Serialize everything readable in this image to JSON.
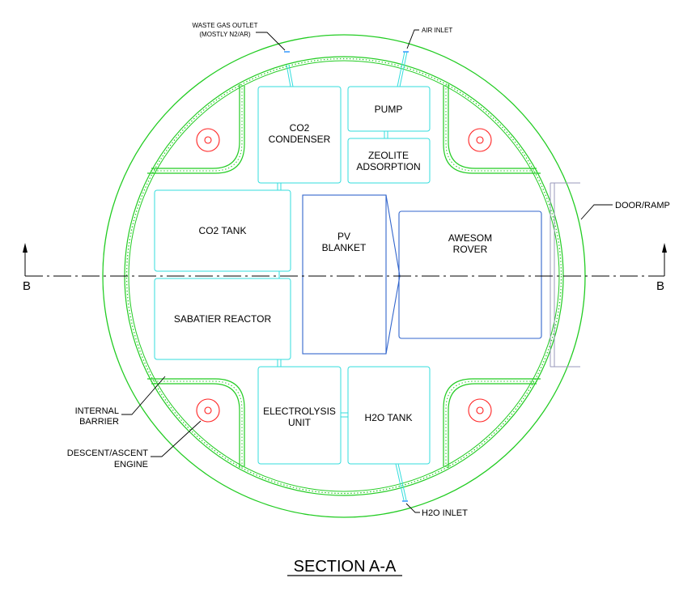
{
  "callouts": {
    "waste_gas_line1": "WASTE GAS OUTLET",
    "waste_gas_line2": "(MOSTLY N2/AR)",
    "air_inlet": "AIR INLET",
    "door_ramp": "DOOR/RAMP",
    "internal_barrier_line1": "INTERNAL",
    "internal_barrier_line2": "BARRIER",
    "engine_line1": "DESCENT/ASCENT",
    "engine_line2": "ENGINE",
    "h2o_inlet": "H2O INLET"
  },
  "components": {
    "co2_condenser_line1": "CO2",
    "co2_condenser_line2": "CONDENSER",
    "pump": "PUMP",
    "zeolite_line1": "ZEOLITE",
    "zeolite_line2": "ADSORPTION",
    "co2_tank": "CO2 TANK",
    "pv_line1": "PV",
    "pv_line2": "BLANKET",
    "rover_line1": "AWESOM",
    "rover_line2": "ROVER",
    "sabatier": "SABATIER REACTOR",
    "electrolysis_line1": "ELECTROLYSIS",
    "electrolysis_line2": "UNIT",
    "h2o_tank": "H2O TANK"
  },
  "section": {
    "cut_label_left": "B",
    "cut_label_right": "B",
    "title": "SECTION A-A"
  },
  "colors": {
    "hull": "#22cc22",
    "component": "#33dddd",
    "pv_rover": "#3366cc",
    "engine": "#ff2222",
    "door": "#9999bb",
    "leader": "#000000"
  }
}
